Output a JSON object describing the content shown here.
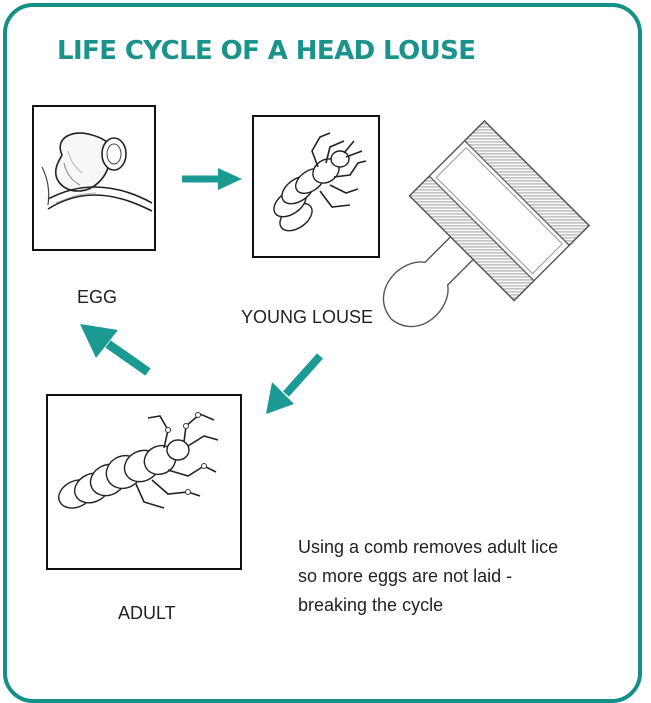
{
  "title": "LIFE CYCLE OF A HEAD LOUSE",
  "colors": {
    "accent": "#149089",
    "arrow": "#1a9a92",
    "ink": "#222222"
  },
  "stages": [
    {
      "label": "EGG",
      "icon": "egg-icon"
    },
    {
      "label": "YOUNG LOUSE",
      "icon": "young-louse-icon"
    },
    {
      "label": "ADULT",
      "icon": "adult-louse-icon"
    }
  ],
  "comb_icon": "nit-comb-icon",
  "caption_lines": [
    "Using a comb removes adult lice",
    "so more eggs are not laid -",
    "breaking the cycle"
  ]
}
